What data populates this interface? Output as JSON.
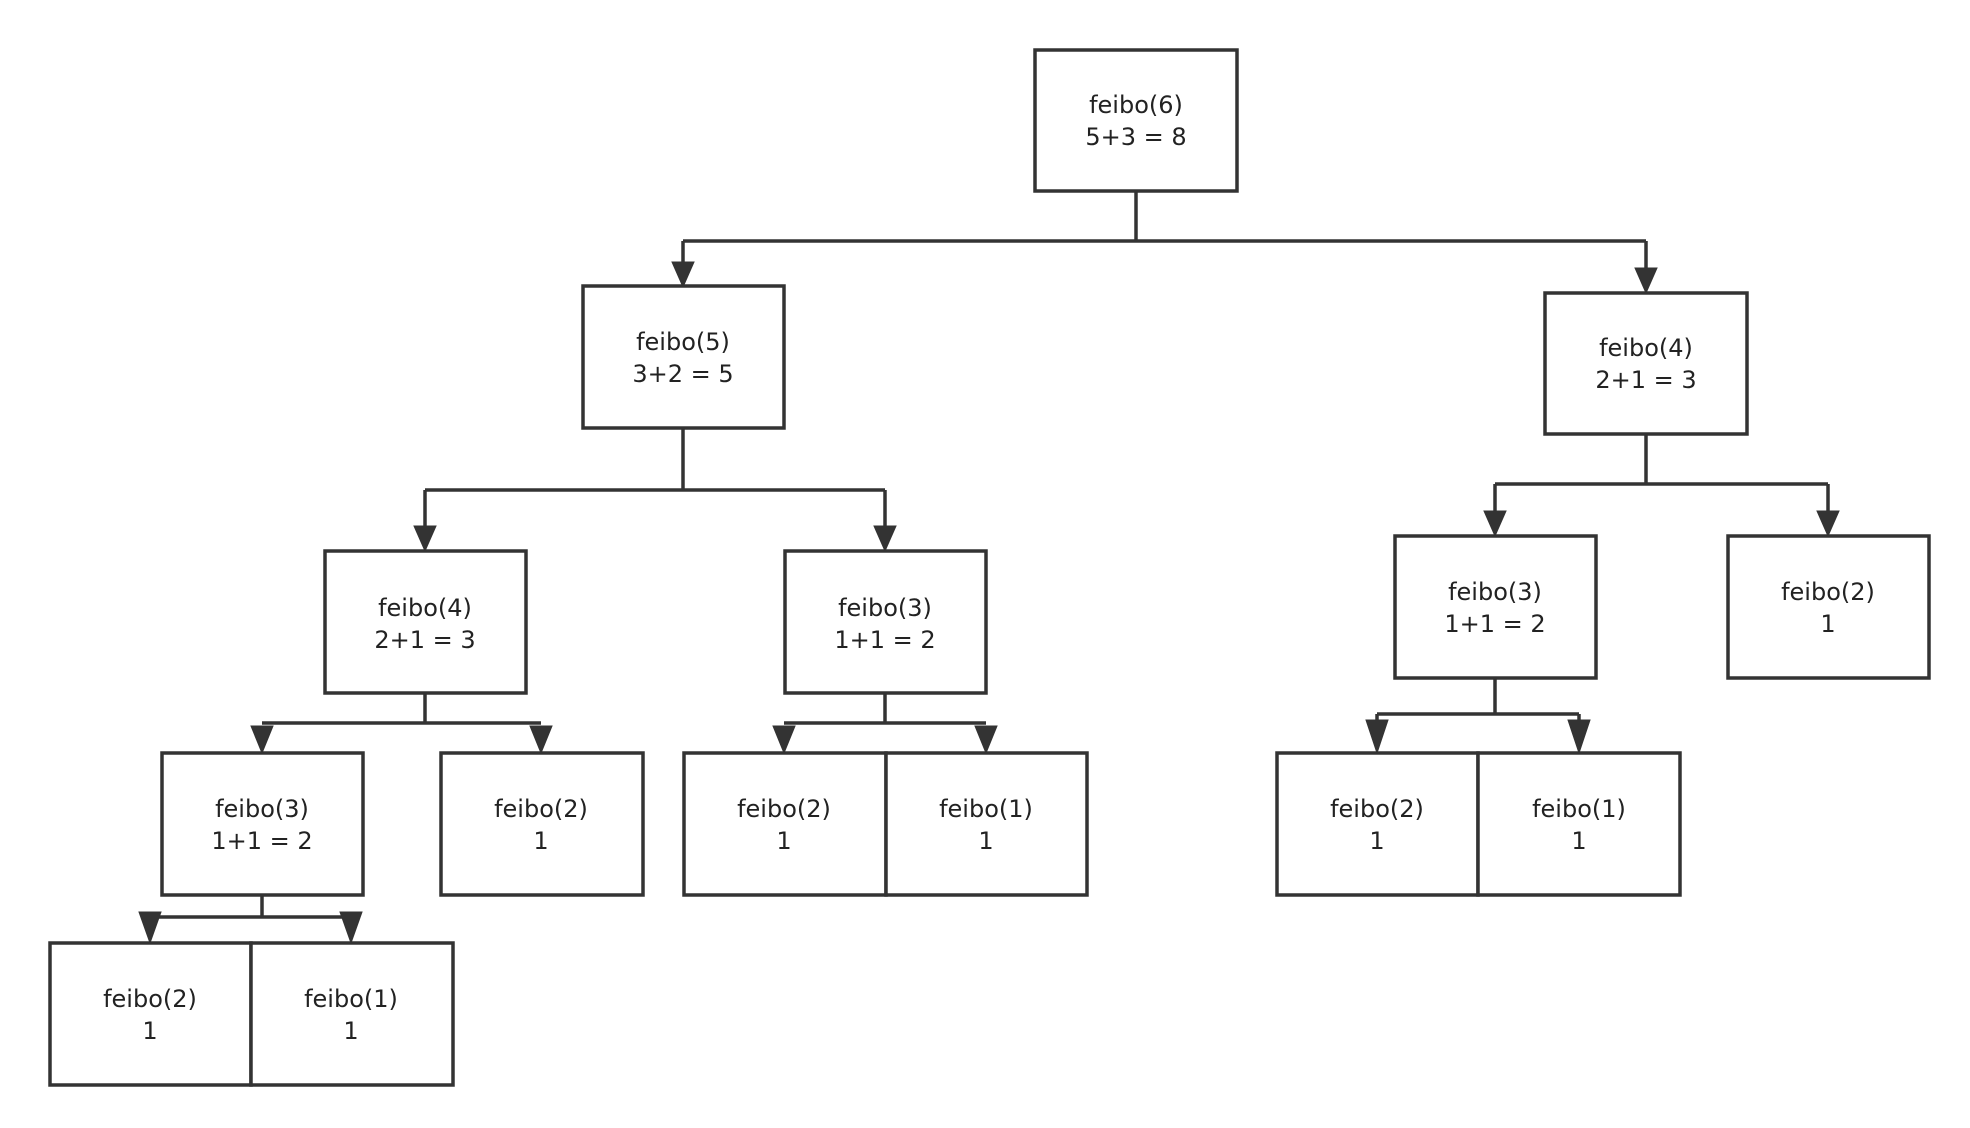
{
  "nodes": {
    "root": {
      "call": "feibo(6)",
      "result": "5+3 = 8"
    },
    "n5": {
      "call": "feibo(5)",
      "result": "3+2 = 5"
    },
    "n4r": {
      "call": "feibo(4)",
      "result": "2+1 = 3"
    },
    "n4l": {
      "call": "feibo(4)",
      "result": "2+1 = 3"
    },
    "n3m": {
      "call": "feibo(3)",
      "result": "1+1 = 2"
    },
    "n3r": {
      "call": "feibo(3)",
      "result": "1+1 = 2"
    },
    "n2rr": {
      "call": "feibo(2)",
      "result": "1"
    },
    "n3ll": {
      "call": "feibo(3)",
      "result": "1+1 = 2"
    },
    "n2l": {
      "call": "feibo(2)",
      "result": "1"
    },
    "n2m": {
      "call": "feibo(2)",
      "result": "1"
    },
    "n1m": {
      "call": "feibo(1)",
      "result": "1"
    },
    "n2r": {
      "call": "feibo(2)",
      "result": "1"
    },
    "n1r": {
      "call": "feibo(1)",
      "result": "1"
    },
    "n2ll": {
      "call": "feibo(2)",
      "result": "1"
    },
    "n1ll": {
      "call": "feibo(1)",
      "result": "1"
    }
  }
}
